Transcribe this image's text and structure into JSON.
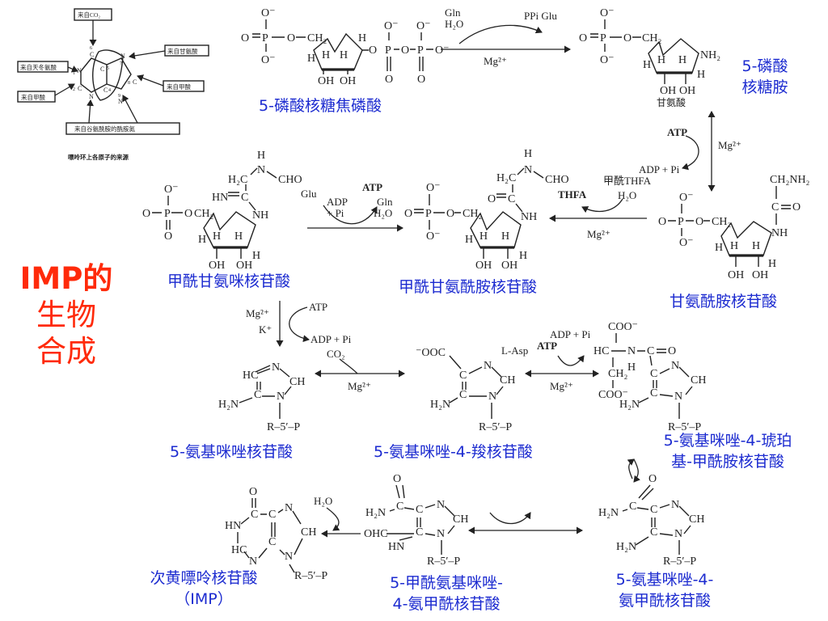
{
  "title": {
    "line1": "IMP的",
    "line2": "生物",
    "line3": "合成"
  },
  "inset": {
    "box_co2": "来自CO₂",
    "box_gly": "来自甘氨酸",
    "box_asp": "来自天冬氨酸",
    "box_formyl_c8": "来自甲酸",
    "box_formyl_c2": "来自甲酸",
    "box_gln": "来自谷氨酰胺的酰胺氮",
    "caption": "嘌呤环上各原子的来源",
    "atoms": {
      "n1": "N",
      "n1n": "1",
      "c2": "C",
      "c2n": "2",
      "n3": "N",
      "n3n": "3",
      "c4": "C",
      "c4n": "4",
      "c5": "C",
      "c5n": "5",
      "c6": "C",
      "c6n": "6",
      "n7": "N",
      "n7n": "7",
      "c8": "C",
      "c8n": "8",
      "n9": "N",
      "n9n": "9"
    }
  },
  "compounds": {
    "prpp": "5-磷酸核糖焦磷酸",
    "prpa_line1": "5-磷酸",
    "prpa_line2": "核糖胺",
    "gar": "甘氨酰胺核苷酸",
    "fgar": "甲酰甘氨酰胺核苷酸",
    "fgam": "甲酰甘氨咪核苷酸",
    "air": "5-氨基咪唑核苷酸",
    "cair": "5-氨基咪唑-4-羧核苷酸",
    "saicar_line1": "5-氨基咪唑-4-琥珀",
    "saicar_line2": "基-甲酰胺核苷酸",
    "aicar_line1": "5-氨基咪唑-4-",
    "aicar_line2": "氨甲酰核苷酸",
    "faicar_line1": "5-甲酰氨基咪唑-",
    "faicar_line2": "4-氨甲酰核苷酸",
    "imp_line1": "次黄嘌呤核苷酸",
    "imp_line2": "（IMP）"
  },
  "reagents": {
    "step1_in1": "Gln",
    "step1_in2": "H₂O",
    "step1_out": "PPi Glu",
    "step1_ion": "Mg²⁺",
    "step2_in": "ATP",
    "step2_ion": "Mg²⁺",
    "step2_in2": "甘氨酸",
    "step2_out": "ADP + Pi",
    "step3_in1": "甲酰THFA",
    "step3_out": "THFA",
    "step3_h2o": "H₂O",
    "step3_ion": "Mg²⁺",
    "step4_in1": "Glu",
    "step4_in2": "ADP",
    "step4_in3": "+ Pi",
    "step4_atp": "ATP",
    "step4_gln": "Gln",
    "step4_h2o": "H₂O",
    "step5_ion": "Mg²⁺",
    "step5_k": "K⁺",
    "step5_atp": "ATP",
    "step5_out": "ADP + Pi",
    "step6_co2": "CO₂",
    "step6_ion": "Mg²⁺",
    "step7_asp": "L-Asp",
    "step7_atp": "ATP",
    "step7_out": "ADP + Pi",
    "step7_ion": "Mg²⁺",
    "step10_h2o": "H₂O"
  },
  "structure_text": {
    "o": "O",
    "ominus": "O⁻",
    "p": "P",
    "h": "H",
    "oh": "OH",
    "ch2": "CH₂",
    "nh2": "NH₂",
    "nh": "NH",
    "n": "N",
    "hn": "HN",
    "h2n": "H₂N",
    "cho": "CHO",
    "ch2nh2": "CH₂NH₂",
    "h2c": "H₂C",
    "c": "C",
    "ch": "CH",
    "hc": "HC",
    "ooc": "⁻OOC",
    "coo": "COO⁻",
    "rp": "R–5′–P",
    "ohc": "OHC",
    "hn_eq": "HN",
    "hc_eq": "HC"
  }
}
